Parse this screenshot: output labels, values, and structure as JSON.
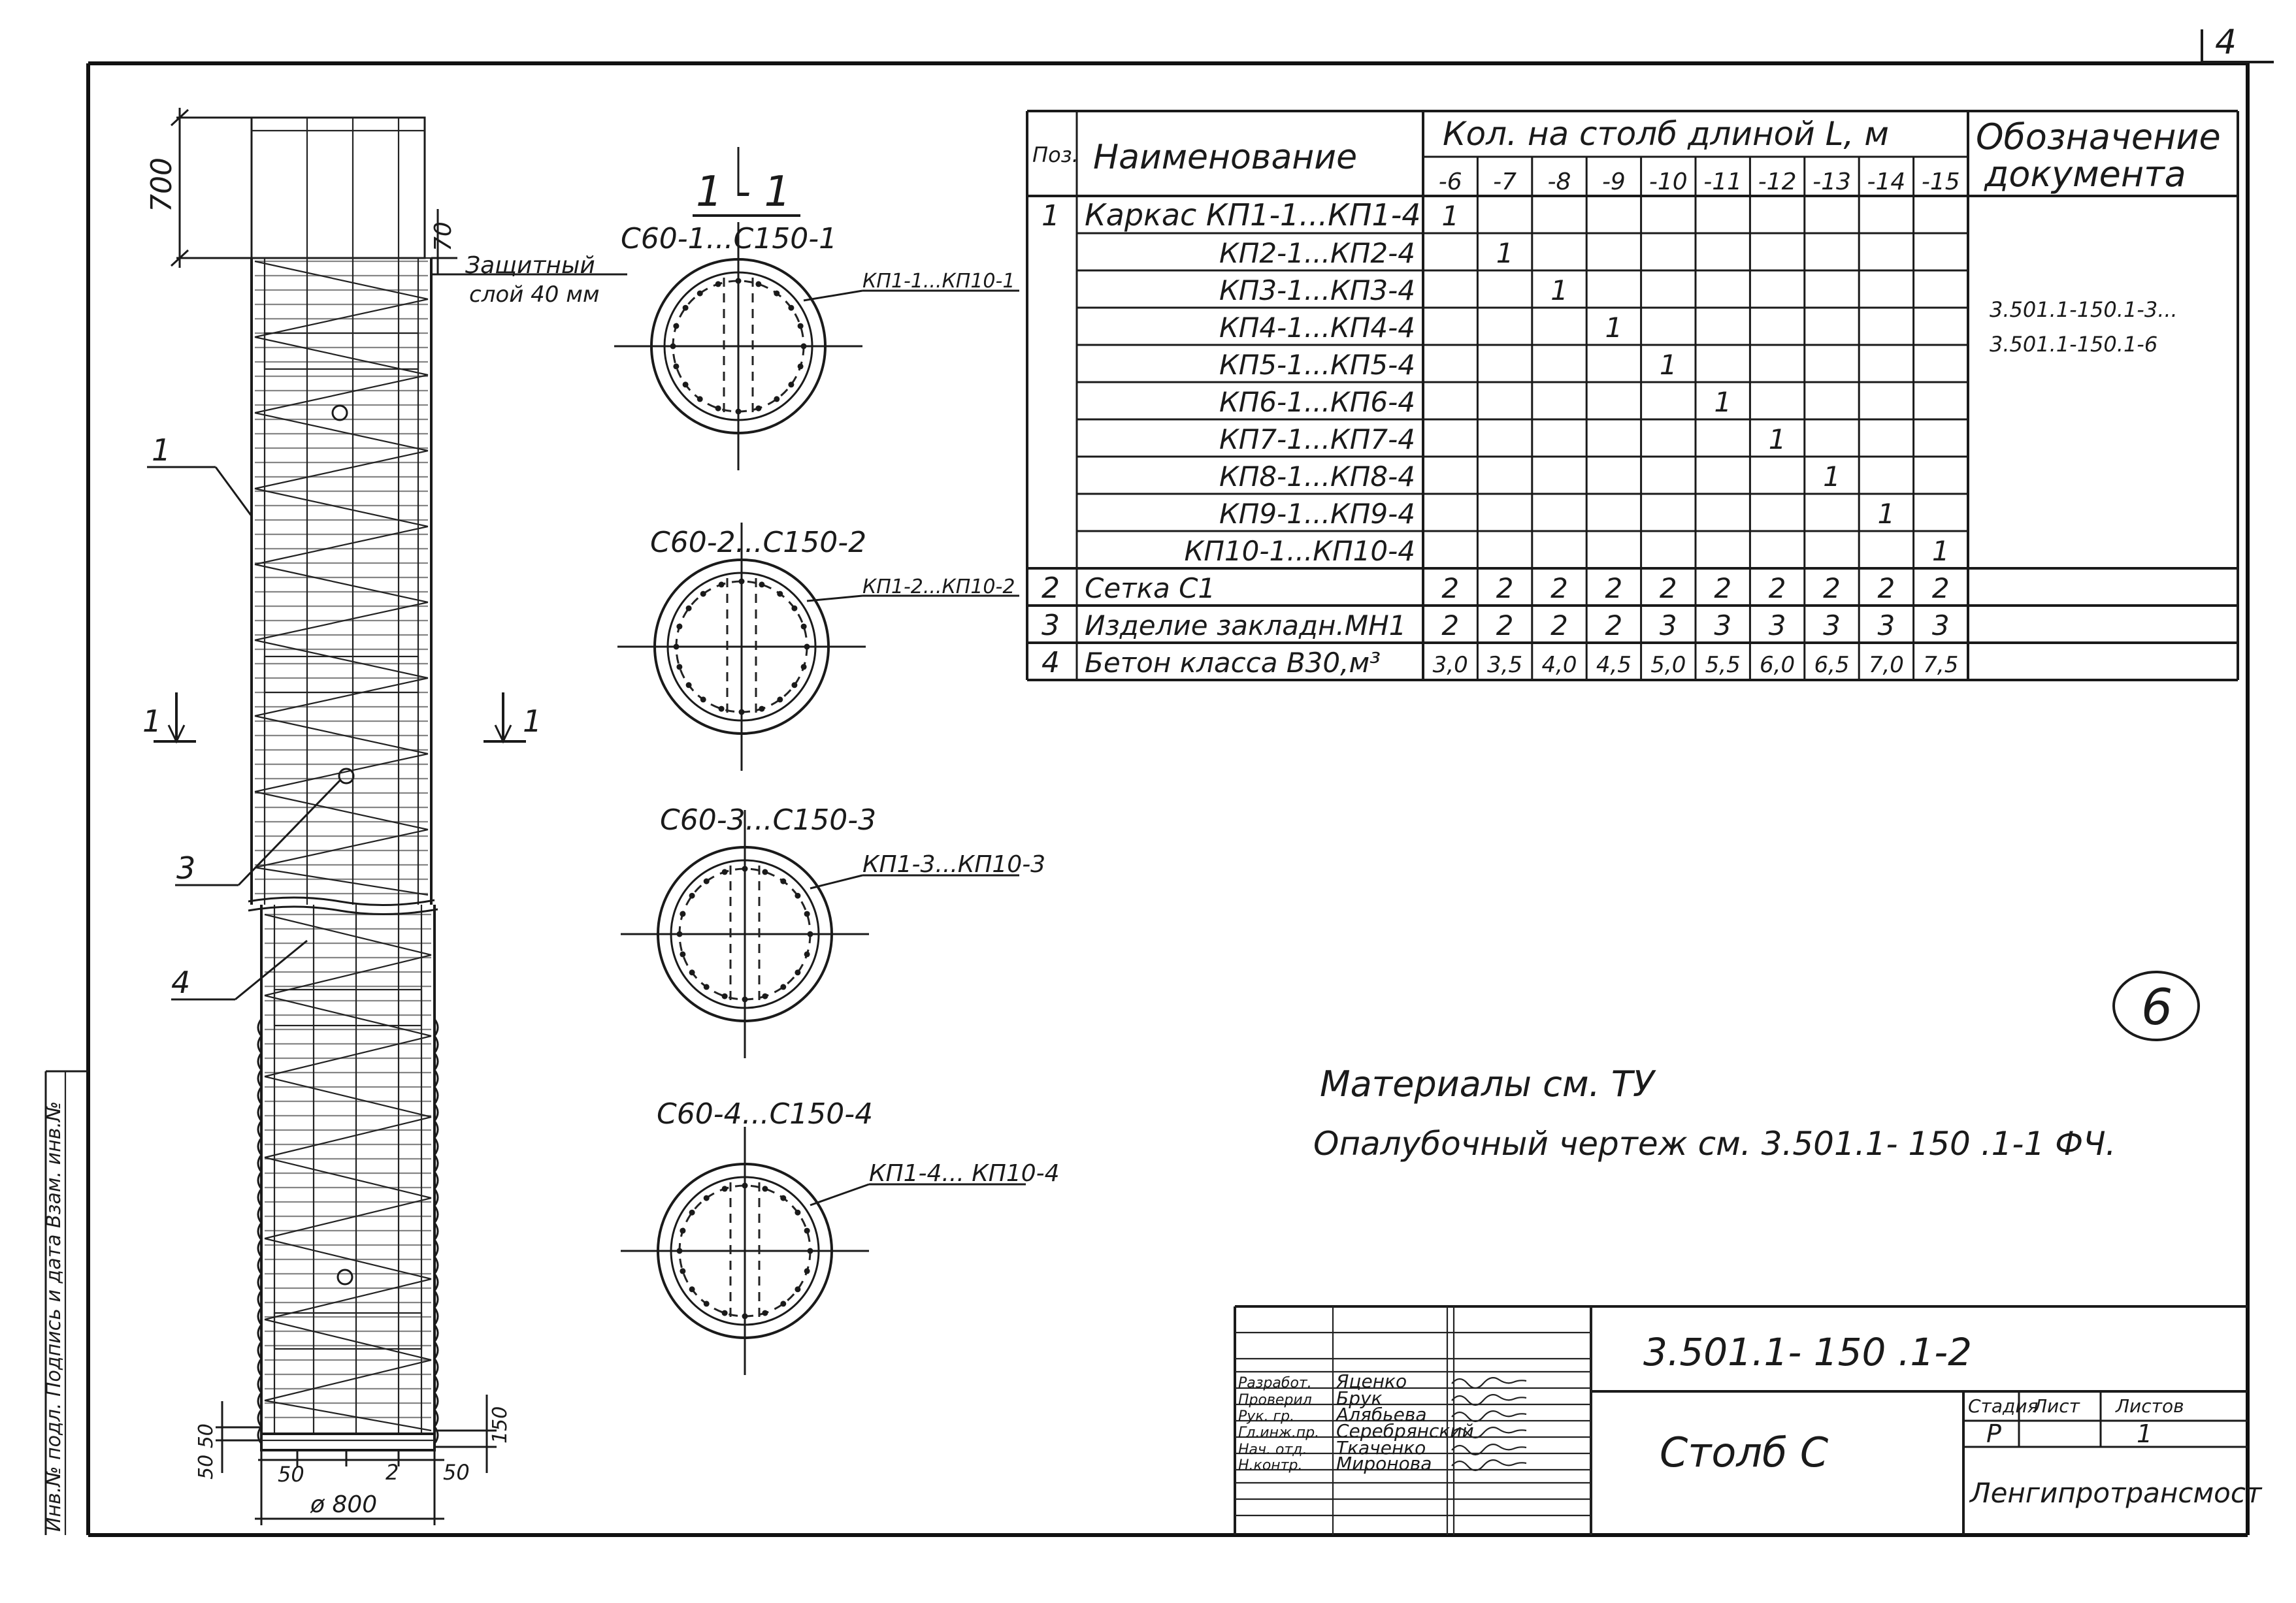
{
  "sheet_number": "4",
  "column": {
    "dims": {
      "top": "700",
      "protective_gap": "70",
      "protective_layer_line1": "Защитный",
      "protective_layer_line2": "слой 40 мм",
      "base_left": "50 50",
      "base_50": "50",
      "base_2": "2",
      "base_right": "50",
      "base_150": "150",
      "diameter": "ø 800"
    },
    "position_labels": [
      "1",
      "3",
      "4"
    ],
    "section_marks": [
      "1",
      "1"
    ]
  },
  "sections": {
    "title": "1 - 1",
    "items": [
      {
        "label": "С60-1...С150-1",
        "ref": "КП1-1...КП10-1"
      },
      {
        "label": "С60-2...С150-2",
        "ref": "КП1-2...КП10-2"
      },
      {
        "label": "С60-3...С150-3",
        "ref": "КП1-3...КП10-3"
      },
      {
        "label": "С60-4...С150-4",
        "ref": "КП1-4... КП10-4"
      }
    ]
  },
  "spec_table": {
    "headers": {
      "pos": "Поз.",
      "name": "Наименование",
      "qty": "Кол. на столб длиной L, м",
      "doc_line1": "Обозначение",
      "doc_line2": "документа"
    },
    "length_columns": [
      "-6",
      "-7",
      "-8",
      "-9",
      "-10",
      "-11",
      "-12",
      "-13",
      "-14",
      "-15"
    ],
    "rows": [
      {
        "pos": "1",
        "name": "Каркас КП1-1...КП1-4",
        "qty": [
          "1",
          "",
          "",
          "",
          "",
          "",
          "",
          "",
          "",
          ""
        ]
      },
      {
        "pos": "",
        "name": "КП2-1...КП2-4",
        "qty": [
          "",
          "1",
          "",
          "",
          "",
          "",
          "",
          "",
          "",
          ""
        ]
      },
      {
        "pos": "",
        "name": "КП3-1...КП3-4",
        "qty": [
          "",
          "",
          "1",
          "",
          "",
          "",
          "",
          "",
          "",
          ""
        ]
      },
      {
        "pos": "",
        "name": "КП4-1...КП4-4",
        "qty": [
          "",
          "",
          "",
          "1",
          "",
          "",
          "",
          "",
          "",
          ""
        ]
      },
      {
        "pos": "",
        "name": "КП5-1...КП5-4",
        "qty": [
          "",
          "",
          "",
          "",
          "1",
          "",
          "",
          "",
          "",
          ""
        ]
      },
      {
        "pos": "",
        "name": "КП6-1...КП6-4",
        "qty": [
          "",
          "",
          "",
          "",
          "",
          "1",
          "",
          "",
          "",
          ""
        ]
      },
      {
        "pos": "",
        "name": "КП7-1...КП7-4",
        "qty": [
          "",
          "",
          "",
          "",
          "",
          "",
          "1",
          "",
          "",
          ""
        ]
      },
      {
        "pos": "",
        "name": "КП8-1...КП8-4",
        "qty": [
          "",
          "",
          "",
          "",
          "",
          "",
          "",
          "1",
          "",
          ""
        ]
      },
      {
        "pos": "",
        "name": "КП9-1...КП9-4",
        "qty": [
          "",
          "",
          "",
          "",
          "",
          "",
          "",
          "",
          "1",
          ""
        ]
      },
      {
        "pos": "",
        "name": "КП10-1...КП10-4",
        "qty": [
          "",
          "",
          "",
          "",
          "",
          "",
          "",
          "",
          "",
          "1"
        ]
      },
      {
        "pos": "2",
        "name": "Сетка С1",
        "qty": [
          "2",
          "2",
          "2",
          "2",
          "2",
          "2",
          "2",
          "2",
          "2",
          "2"
        ]
      },
      {
        "pos": "3",
        "name": "Изделие закладн.МН1",
        "qty": [
          "2",
          "2",
          "2",
          "2",
          "3",
          "3",
          "3",
          "3",
          "3",
          "3"
        ]
      },
      {
        "pos": "4",
        "name": "Бетон класса В30,м³",
        "qty": [
          "3,0",
          "3,5",
          "4,0",
          "4,5",
          "5,0",
          "5,5",
          "6,0",
          "6,5",
          "7,0",
          "7,5"
        ]
      }
    ],
    "doc_refs": [
      "3.501.1-150.1-3...",
      "3.501.1-150.1-6"
    ]
  },
  "circle_mark": "6",
  "notes": [
    "Материалы см. ТУ",
    "Опалубочный чертеж см. 3.501.1- 150 .1-1 ФЧ."
  ],
  "side_stamp": "Инв.№ подл. Подпись и дата Взам. инв.№",
  "title_block": {
    "designation": "3.501.1- 150 .1-2",
    "title": "Столб С",
    "roles": [
      "Разработ.",
      "Проверил",
      "Рук. гр.",
      "Гл.инж.пр.",
      "Нач. отд.",
      "Н.контр."
    ],
    "names": [
      "Яценко",
      "Брук",
      "Алябьева",
      "Серебрянский",
      "Ткаченко",
      "Миронова"
    ],
    "stage_label": "Стадия",
    "sheet_label": "Лист",
    "sheets_label": "Листов",
    "stage": "Р",
    "sheets": "1",
    "org": "Ленгипротрансмост"
  }
}
